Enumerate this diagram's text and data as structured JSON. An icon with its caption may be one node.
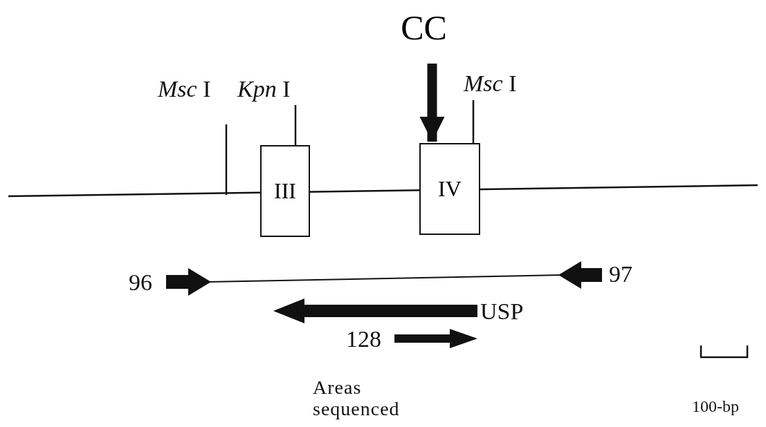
{
  "diagram": {
    "nodes": [
      {
        "text": [
          "CC"
        ]
      },
      {
        "text": [
          "III"
        ]
      },
      {
        "text": [
          "IV"
        ]
      }
    ],
    "edges": [
      {
        "from": 0,
        "to": 2,
        "arrow": "to"
      }
    ],
    "labels": [
      "*Msc* I",
      "*Kpn* I",
      "*Msc* I",
      "96",
      "97",
      "USP",
      "128",
      "Areas sequenced",
      "100-bp"
    ]
  }
}
